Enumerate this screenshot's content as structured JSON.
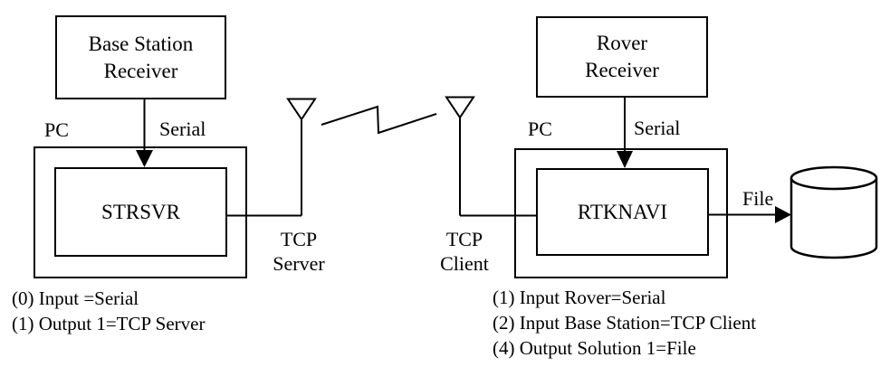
{
  "labels": {
    "base_station_receiver": "Base Station\nReceiver",
    "rover_receiver": "Rover\nReceiver",
    "strsvr": "STRSVR",
    "rtknavi": "RTKNAVI",
    "pc_left": "PC",
    "pc_right": "PC",
    "serial_left": "Serial",
    "serial_right": "Serial",
    "tcp_server": "TCP\nServer",
    "tcp_client": "TCP\nClient",
    "file": "File"
  },
  "notes": {
    "strsvr": [
      "(0) Input =Serial",
      "(1) Output 1=TCP Server"
    ],
    "rtknavi": [
      "(1) Input Rover=Serial",
      "(2) Input Base Station=TCP Client",
      "(4) Output Solution 1=File"
    ]
  },
  "icons": {
    "antenna_left": "antenna-icon",
    "antenna_right": "antenna-icon",
    "wireless_link": "zigzag-radio-link-icon",
    "database": "database-cylinder-icon"
  },
  "colors": {
    "line": "#000000",
    "text": "#000000",
    "background": "#ffffff"
  }
}
